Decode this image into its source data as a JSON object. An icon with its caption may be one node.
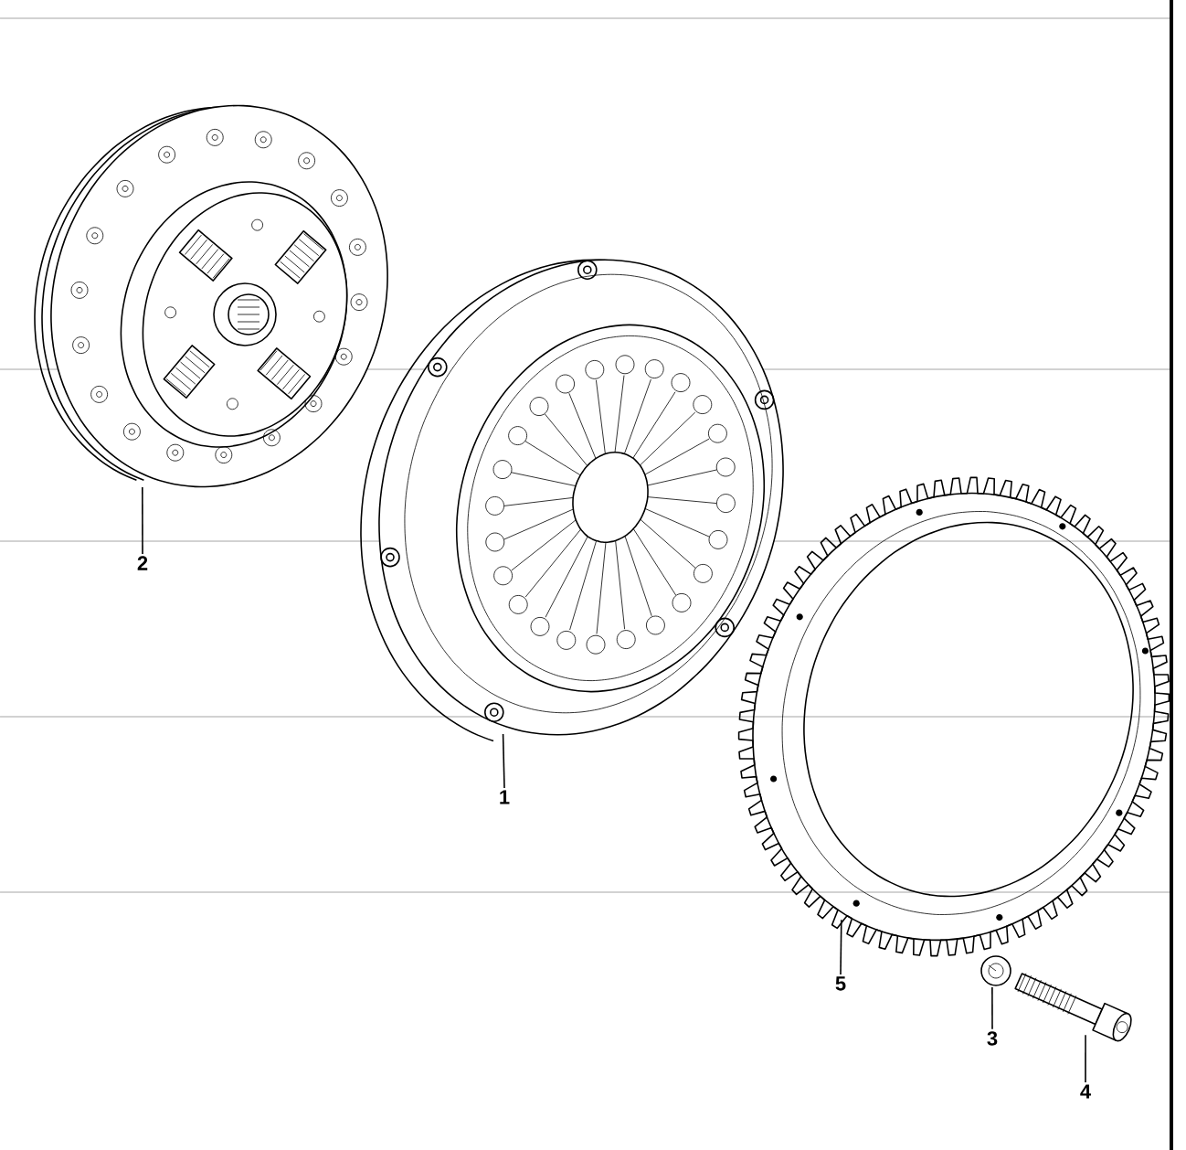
{
  "diagram": {
    "nodes": [
      {
        "text": [
          "2"
        ]
      },
      {
        "text": [
          "1"
        ]
      },
      {
        "text": [
          "5"
        ]
      },
      {
        "text": [
          "3"
        ]
      },
      {
        "text": [
          "4"
        ]
      },
      {
        "text": [],
        "shape": "picture"
      },
      {
        "text": [],
        "shape": "picture"
      },
      {
        "text": [],
        "shape": "picture"
      },
      {
        "text": [],
        "shape": "picture"
      },
      {
        "text": [],
        "shape": "picture"
      }
    ],
    "edges": [
      {
        "from": 0,
        "to": 5,
        "arrow": "none"
      },
      {
        "from": 1,
        "to": 6,
        "arrow": "none"
      },
      {
        "from": 2,
        "to": 7,
        "arrow": "none"
      },
      {
        "from": 3,
        "to": 8,
        "arrow": "none"
      },
      {
        "from": 4,
        "to": 9,
        "arrow": "none"
      }
    ]
  }
}
